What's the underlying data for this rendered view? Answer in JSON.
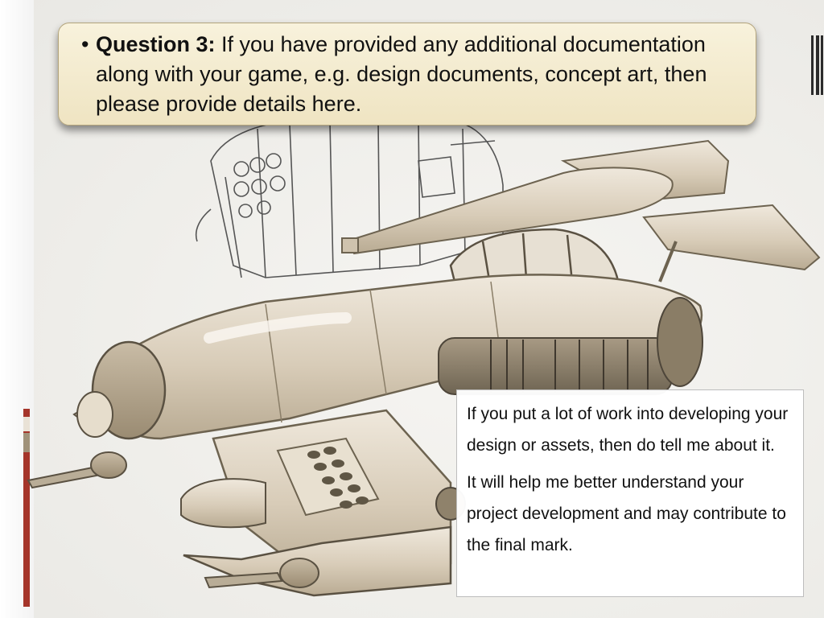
{
  "question": {
    "bullet": "•",
    "label": "Question 3:",
    "text": " If you have provided any additional documentation along with your game, e.g. design documents, concept art, then please provide details here."
  },
  "info": {
    "paragraph_1": "If you put a lot of work into developing your design or assets, then do tell me about it.",
    "paragraph_2": "It will help me better understand your project development and may contribute to the final mark."
  },
  "colors": {
    "accent_red": "#a5352a",
    "accent_tan": "#a0927a",
    "banner_fill": "#f3ead0"
  }
}
